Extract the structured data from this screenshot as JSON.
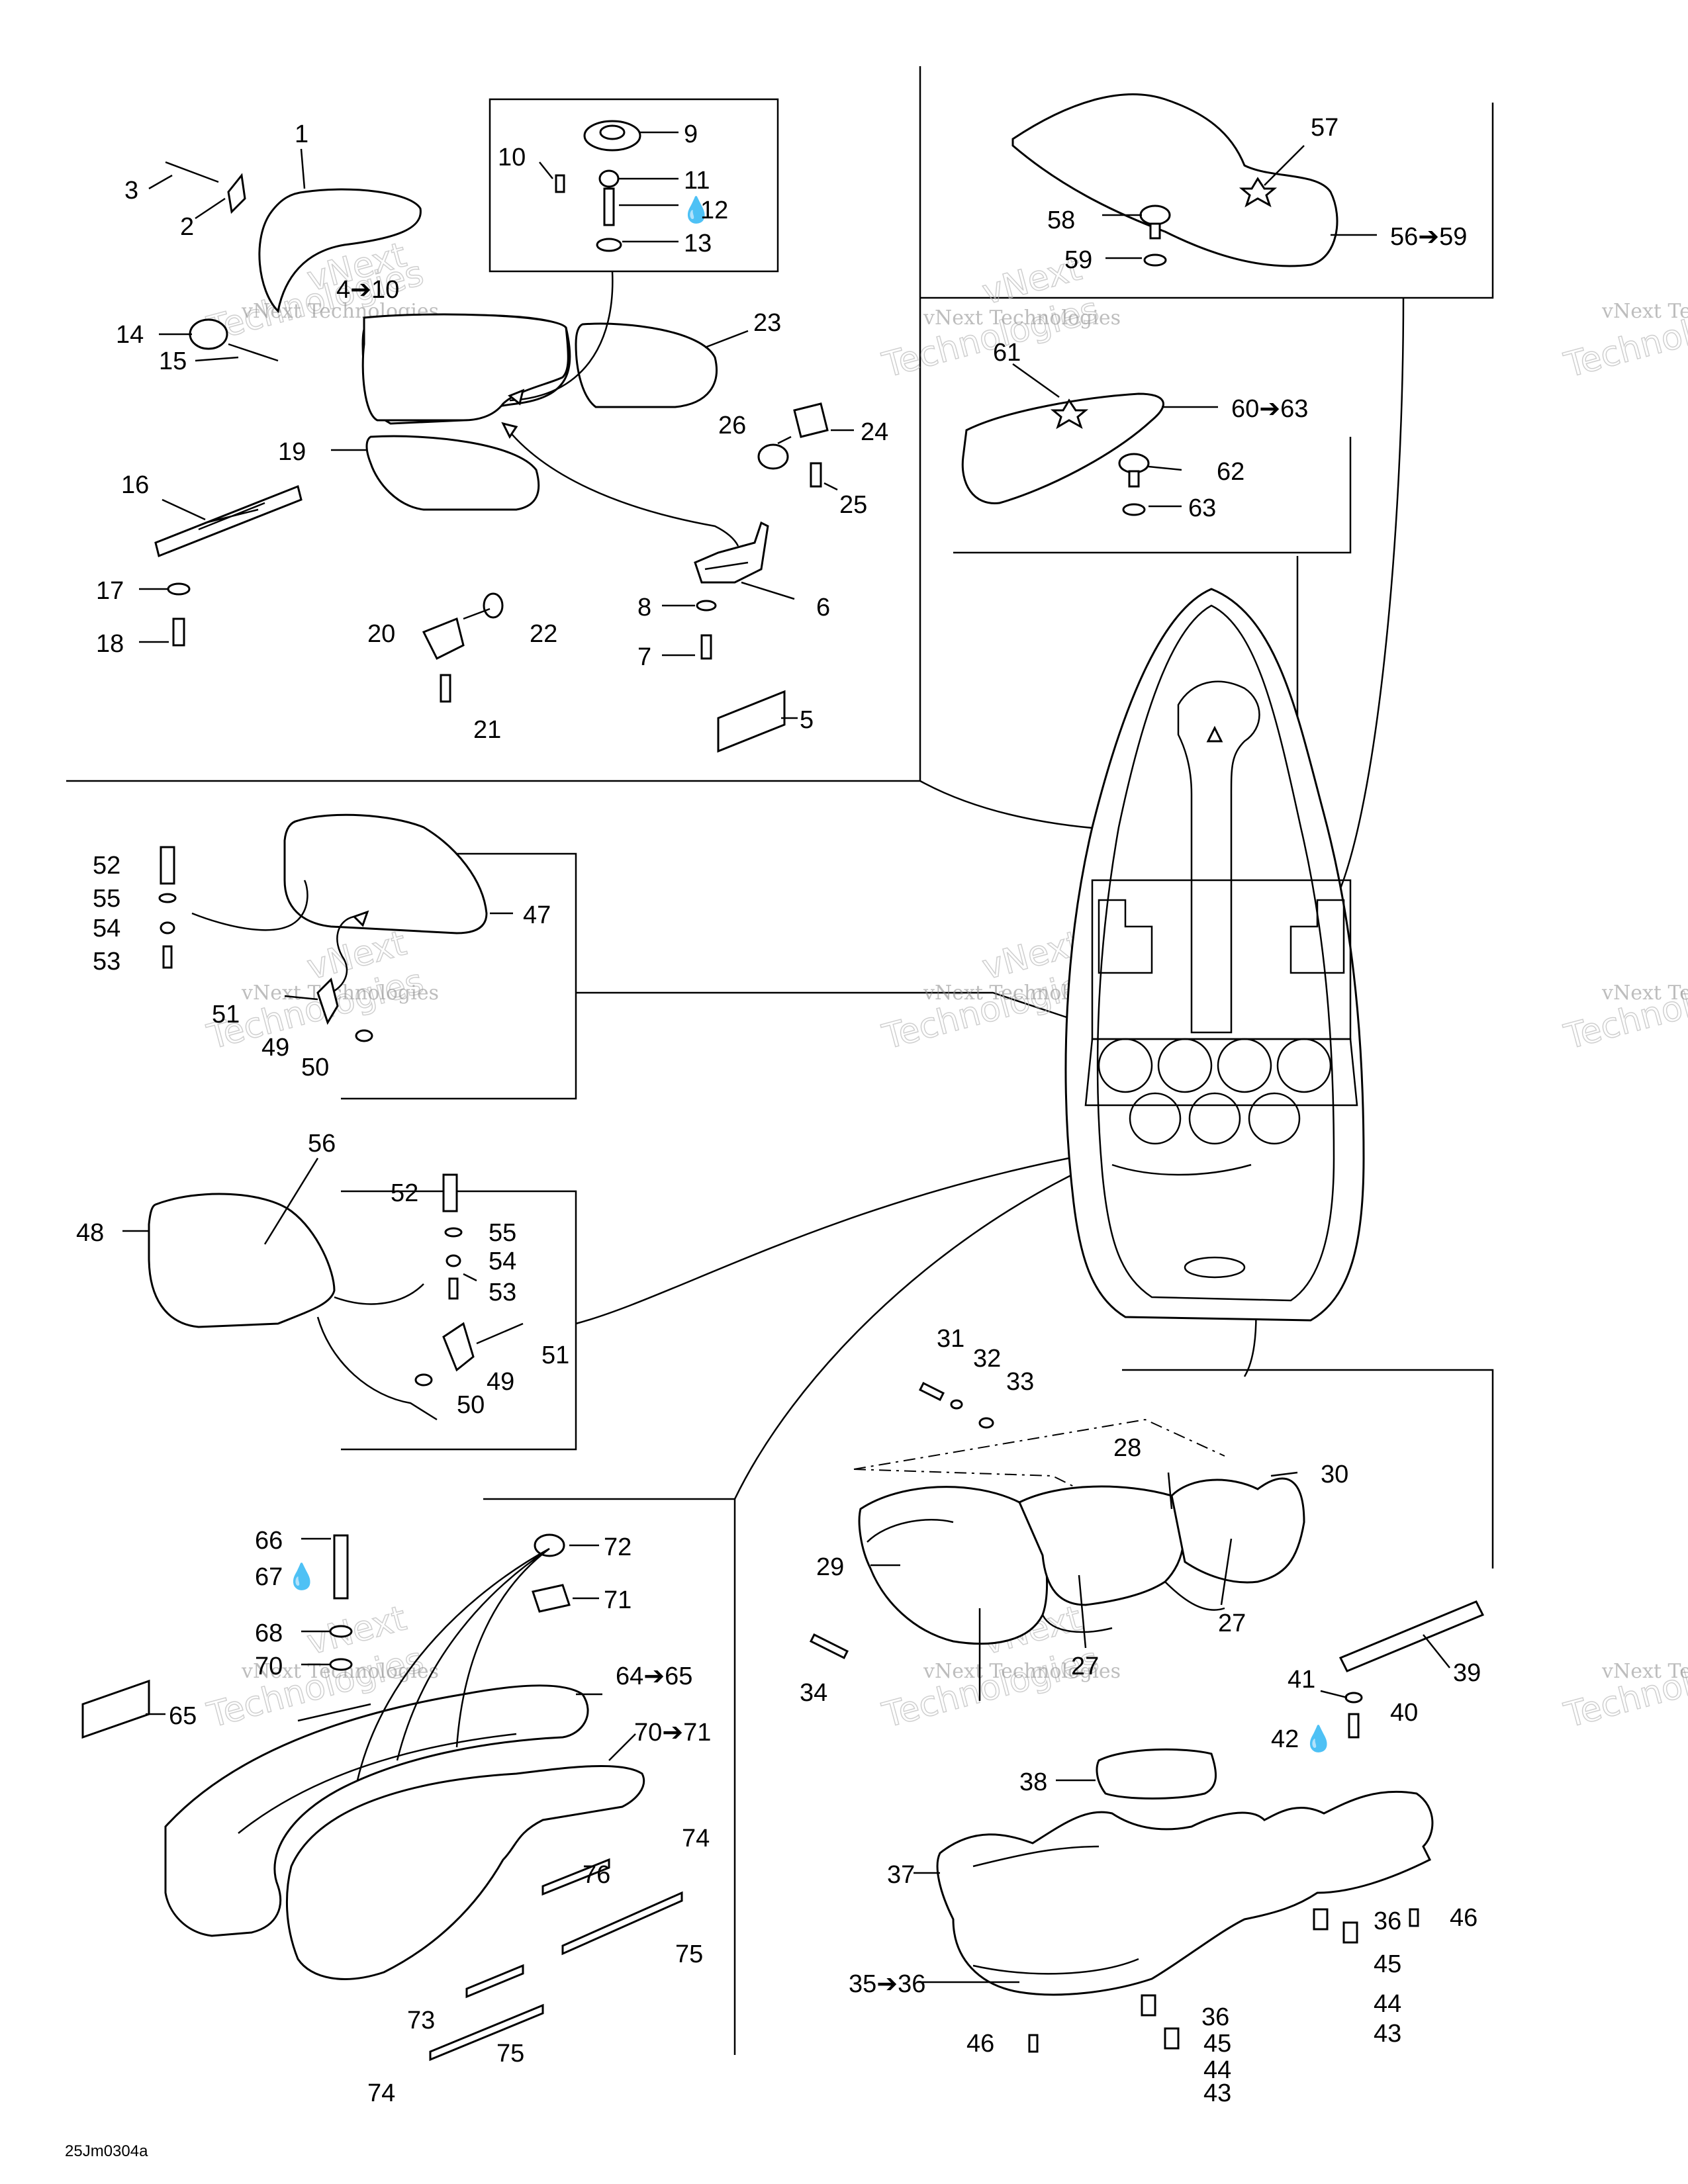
{
  "reference": "25Jm0304a",
  "watermark": {
    "line1": "vNext",
    "line2": "Technologies",
    "combined": "vNext Technologies"
  },
  "labels": [
    {
      "id": "c1",
      "text": "1"
    },
    {
      "id": "c2",
      "text": "2"
    },
    {
      "id": "c3",
      "text": "3"
    },
    {
      "id": "c4",
      "text": "4➔10"
    },
    {
      "id": "c5",
      "text": "5"
    },
    {
      "id": "c6",
      "text": "6"
    },
    {
      "id": "c7",
      "text": "7"
    },
    {
      "id": "c8",
      "text": "8"
    },
    {
      "id": "c9",
      "text": "9"
    },
    {
      "id": "c10",
      "text": "10"
    },
    {
      "id": "c11",
      "text": "11"
    },
    {
      "id": "c12",
      "text": "12"
    },
    {
      "id": "c13",
      "text": "13"
    },
    {
      "id": "c14",
      "text": "14"
    },
    {
      "id": "c15",
      "text": "15"
    },
    {
      "id": "c16",
      "text": "16"
    },
    {
      "id": "c17",
      "text": "17"
    },
    {
      "id": "c18",
      "text": "18"
    },
    {
      "id": "c19",
      "text": "19"
    },
    {
      "id": "c20",
      "text": "20"
    },
    {
      "id": "c21",
      "text": "21"
    },
    {
      "id": "c22",
      "text": "22"
    },
    {
      "id": "c23",
      "text": "23"
    },
    {
      "id": "c24",
      "text": "24"
    },
    {
      "id": "c25",
      "text": "25"
    },
    {
      "id": "c26",
      "text": "26"
    },
    {
      "id": "c27a",
      "text": "27"
    },
    {
      "id": "c27b",
      "text": "27"
    },
    {
      "id": "c28",
      "text": "28"
    },
    {
      "id": "c29",
      "text": "29"
    },
    {
      "id": "c30",
      "text": "30"
    },
    {
      "id": "c31",
      "text": "31"
    },
    {
      "id": "c32",
      "text": "32"
    },
    {
      "id": "c33",
      "text": "33"
    },
    {
      "id": "c34",
      "text": "34"
    },
    {
      "id": "c35",
      "text": "35➔36"
    },
    {
      "id": "c36a",
      "text": "36"
    },
    {
      "id": "c36b",
      "text": "36"
    },
    {
      "id": "c37",
      "text": "37"
    },
    {
      "id": "c38",
      "text": "38"
    },
    {
      "id": "c39",
      "text": "39"
    },
    {
      "id": "c40",
      "text": "40"
    },
    {
      "id": "c41",
      "text": "41"
    },
    {
      "id": "c42",
      "text": "42"
    },
    {
      "id": "c43a",
      "text": "43"
    },
    {
      "id": "c43b",
      "text": "43"
    },
    {
      "id": "c44a",
      "text": "44"
    },
    {
      "id": "c44b",
      "text": "44"
    },
    {
      "id": "c45a",
      "text": "45"
    },
    {
      "id": "c45b",
      "text": "45"
    },
    {
      "id": "c46a",
      "text": "46"
    },
    {
      "id": "c46b",
      "text": "46"
    },
    {
      "id": "c47",
      "text": "47"
    },
    {
      "id": "c48",
      "text": "48"
    },
    {
      "id": "c49a",
      "text": "49"
    },
    {
      "id": "c49b",
      "text": "49"
    },
    {
      "id": "c50a",
      "text": "50"
    },
    {
      "id": "c50b",
      "text": "50"
    },
    {
      "id": "c51a",
      "text": "51"
    },
    {
      "id": "c51b",
      "text": "51"
    },
    {
      "id": "c52a",
      "text": "52"
    },
    {
      "id": "c52b",
      "text": "52"
    },
    {
      "id": "c53a",
      "text": "53"
    },
    {
      "id": "c53b",
      "text": "53"
    },
    {
      "id": "c54a",
      "text": "54"
    },
    {
      "id": "c54b",
      "text": "54"
    },
    {
      "id": "c55a",
      "text": "55"
    },
    {
      "id": "c55b",
      "text": "55"
    },
    {
      "id": "c56a",
      "text": "56"
    },
    {
      "id": "c56b",
      "text": "56➔59"
    },
    {
      "id": "c57",
      "text": "57"
    },
    {
      "id": "c58",
      "text": "58"
    },
    {
      "id": "c59",
      "text": "59"
    },
    {
      "id": "c60",
      "text": "60➔63"
    },
    {
      "id": "c61",
      "text": "61"
    },
    {
      "id": "c62",
      "text": "62"
    },
    {
      "id": "c63",
      "text": "63"
    },
    {
      "id": "c64",
      "text": "64➔65"
    },
    {
      "id": "c65",
      "text": "65"
    },
    {
      "id": "c66",
      "text": "66"
    },
    {
      "id": "c67",
      "text": "67"
    },
    {
      "id": "c68",
      "text": "68"
    },
    {
      "id": "c69",
      "text": "70"
    },
    {
      "id": "c70",
      "text": "70➔71"
    },
    {
      "id": "c71",
      "text": "71"
    },
    {
      "id": "c72",
      "text": "72"
    },
    {
      "id": "c73",
      "text": "73"
    },
    {
      "id": "c74a",
      "text": "74"
    },
    {
      "id": "c74b",
      "text": "74"
    },
    {
      "id": "c75a",
      "text": "75"
    },
    {
      "id": "c75b",
      "text": "75"
    },
    {
      "id": "c76",
      "text": "76"
    }
  ]
}
